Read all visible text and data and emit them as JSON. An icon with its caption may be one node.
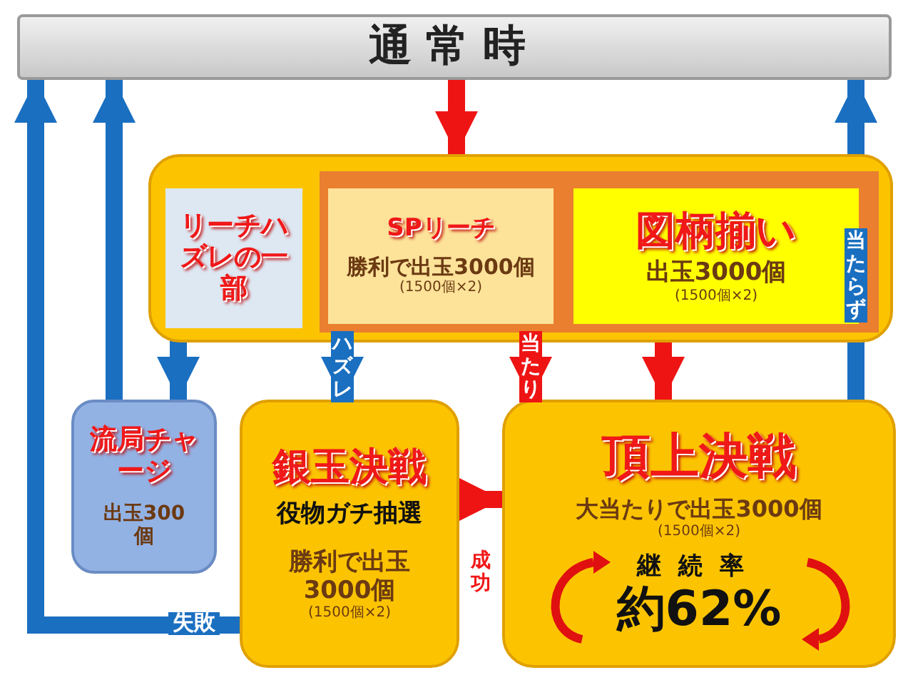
{
  "diagram": {
    "nodes": [
      {
        "text": [
          "通常時"
        ]
      },
      {
        "text": [],
        "shape": "box"
      },
      {
        "text": [],
        "shape": "box",
        "in": 1
      },
      {
        "text": [
          "リーチハズレの一部"
        ],
        "in": 1
      },
      {
        "text": [
          "SPリーチ",
          "勝利で出玉3000個",
          "(1500個×2)"
        ],
        "in": 2
      },
      {
        "text": [
          "図柄揃い",
          "出玉3000個",
          "(1500個×2)"
        ],
        "in": 2
      },
      {
        "text": [
          "流局チャージ",
          "出玉300個"
        ]
      },
      {
        "text": [
          "銀玉決戦",
          "役物ガチ抽選",
          "勝利で出玉3000個",
          "(1500個×2)"
        ]
      },
      {
        "text": [
          "頂上決戦",
          "大当たりで出玉3000個",
          "(1500個×2)",
          "継続率",
          "約62%"
        ]
      }
    ],
    "edges": [
      {
        "from": 0,
        "to": 1,
        "arrow": "to",
        "color": "#ee1414"
      },
      {
        "from": 3,
        "to": 6,
        "arrow": "to",
        "color": "#1a6fc0"
      },
      {
        "from": 4,
        "to": 7,
        "arrow": "to",
        "label": "ハズレ",
        "color": "#1a6fc0"
      },
      {
        "from": 4,
        "to": 8,
        "arrow": "to",
        "label": "当たり",
        "color": "#ee1414"
      },
      {
        "from": 5,
        "to": 8,
        "arrow": "to",
        "color": "#ee1414"
      },
      {
        "from": 7,
        "to": 8,
        "arrow": "to",
        "label": "成功",
        "color": "#ee1414"
      },
      {
        "from": 7,
        "to": 0,
        "arrow": "to",
        "label": "失敗",
        "color": "#1a6fc0"
      },
      {
        "from": 6,
        "to": 0,
        "arrow": "to",
        "color": "#1a6fc0"
      },
      {
        "from": 8,
        "to": 0,
        "arrow": "to",
        "label": "当たらず",
        "color": "#1a6fc0"
      }
    ]
  }
}
